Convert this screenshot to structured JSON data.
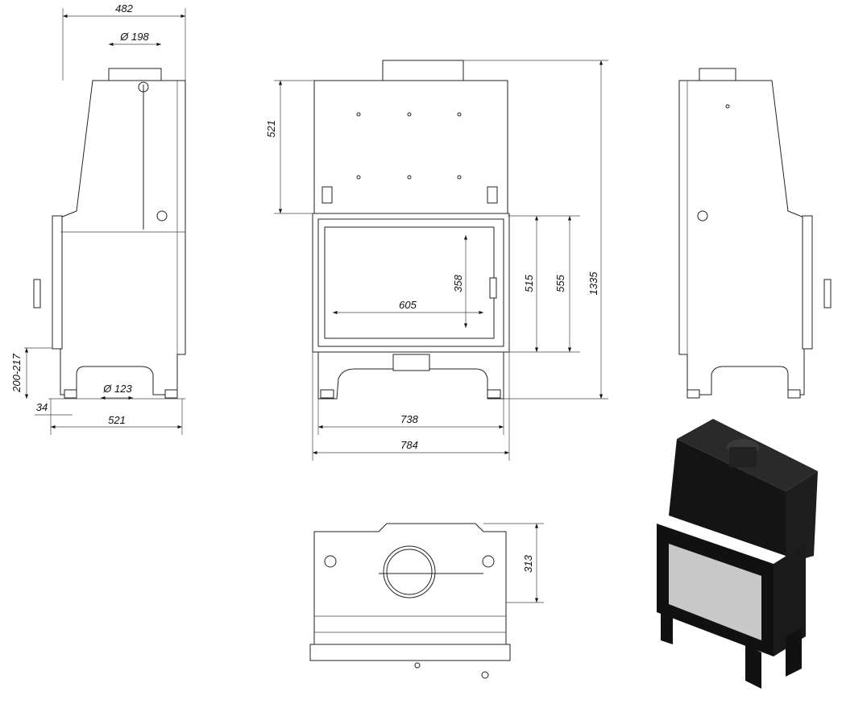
{
  "side_view_left": {
    "width_label": "482",
    "flue_diameter_label": "Ø 198",
    "height_range_label": "200-217",
    "offset_label": "34",
    "air_inlet_diameter_label": "Ø 123",
    "depth_label": "521"
  },
  "front_view": {
    "upper_height_label": "521",
    "glass_height_label": "358",
    "glass_width_label": "605",
    "door_height_label": "515",
    "opening_height_label": "555",
    "total_height_label": "1335",
    "inner_width_label": "738",
    "total_width_label": "784"
  },
  "top_view": {
    "depth_label": "313"
  },
  "colors": {
    "line": "#222222",
    "render": "#141414",
    "glass": "#c8c8c8"
  }
}
